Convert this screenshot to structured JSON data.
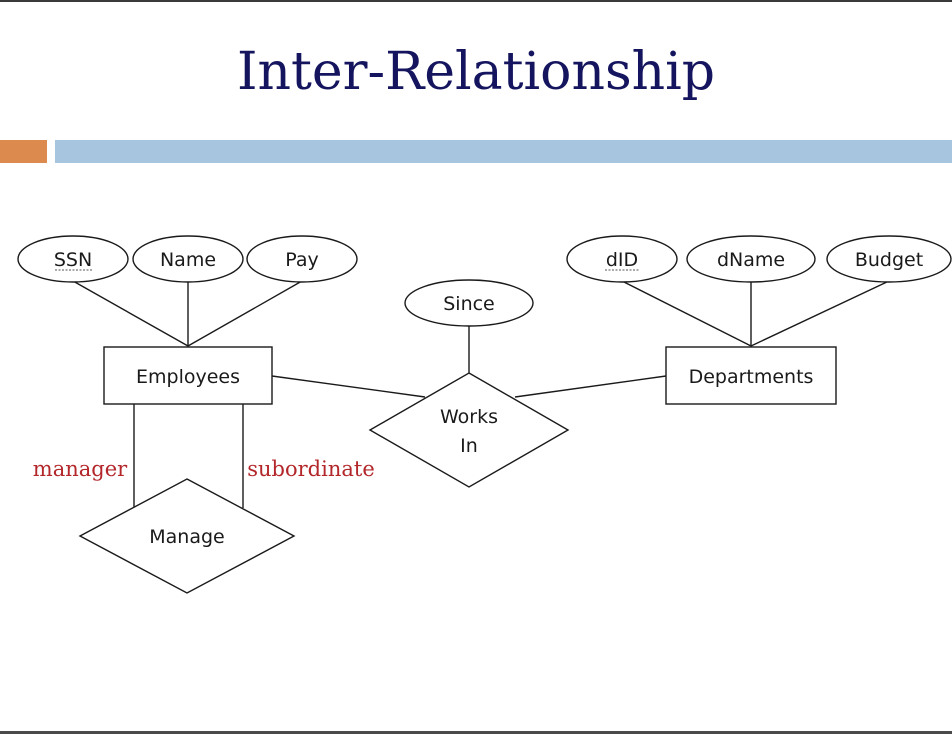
{
  "slide": {
    "title": "Inter-Relationship"
  },
  "diagram": {
    "entities": {
      "employees": "Employees",
      "departments": "Departments"
    },
    "relationships": {
      "works_in_line1": "Works",
      "works_in_line2": "In",
      "manage": "Manage"
    },
    "attributes": {
      "ssn": "SSN",
      "name": "Name",
      "pay": "Pay",
      "since": "Since",
      "did": "dID",
      "dname": "dName",
      "budget": "Budget"
    },
    "roles": {
      "manager": "manager",
      "subordinate": "subordinate"
    }
  },
  "colors": {
    "title": "#15155f",
    "accent_orange": "#dc8a4e",
    "accent_blue": "#a8c5df",
    "role_text": "#b3262a"
  }
}
